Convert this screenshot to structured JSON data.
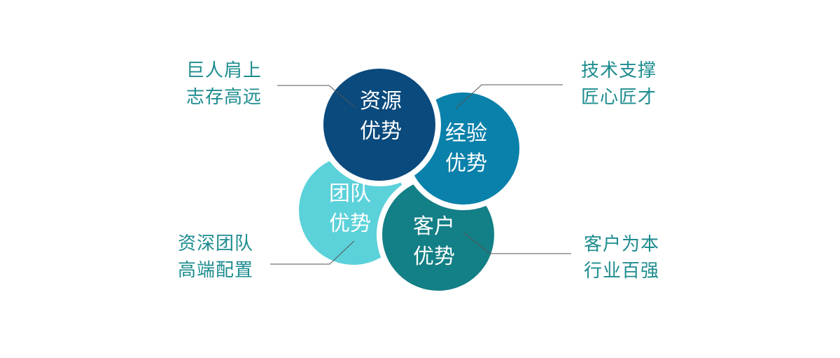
{
  "colors": {
    "label_text": "#1d8c8f",
    "leader_line": "#555555",
    "gap": "#ffffff"
  },
  "circles": [
    {
      "id": "resource",
      "line1": "资源",
      "line2": "优势",
      "color": "#0a4a7d"
    },
    {
      "id": "experience",
      "line1": "经验",
      "line2": "优势",
      "color": "#0a81ab"
    },
    {
      "id": "team",
      "line1": "团队",
      "line2": "优势",
      "color": "#5bd1da"
    },
    {
      "id": "client",
      "line1": "客户",
      "line2": "优势",
      "color": "#137f86"
    }
  ],
  "labels": {
    "resource": {
      "line1": "巨人肩上",
      "line2": "志存高远"
    },
    "experience": {
      "line1": "技术支撑",
      "line2": "匠心匠才"
    },
    "team": {
      "line1": "资深团队",
      "line2": "高端配置"
    },
    "client": {
      "line1": "客户为本",
      "line2": "行业百强"
    }
  }
}
